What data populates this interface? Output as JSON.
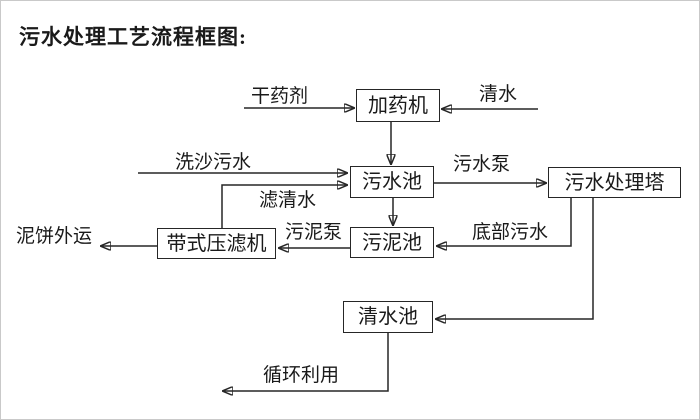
{
  "title": "污水处理工艺流程框图:",
  "diagram": {
    "nodes": {
      "dosing_machine": "加药机",
      "sewage_pool": "污水池",
      "treatment_tower": "污水处理塔",
      "sludge_pool": "污泥池",
      "belt_filter_press": "带式压滤机",
      "clean_water_pool": "清水池"
    },
    "flow_labels": {
      "dry_chemical": "干药剂",
      "clean_water": "清水",
      "sand_washing_sewage": "洗沙污水",
      "filtered_water": "滤清水",
      "sewage_pump": "污水泵",
      "bottom_sewage": "底部污水",
      "sludge_pump": "污泥泵",
      "mud_cake_out": "泥饼外运",
      "recycling": "循环利用"
    },
    "colors": {
      "line": "#262626",
      "background": "#ffffff",
      "frame_border": "#c9c9c9"
    }
  }
}
